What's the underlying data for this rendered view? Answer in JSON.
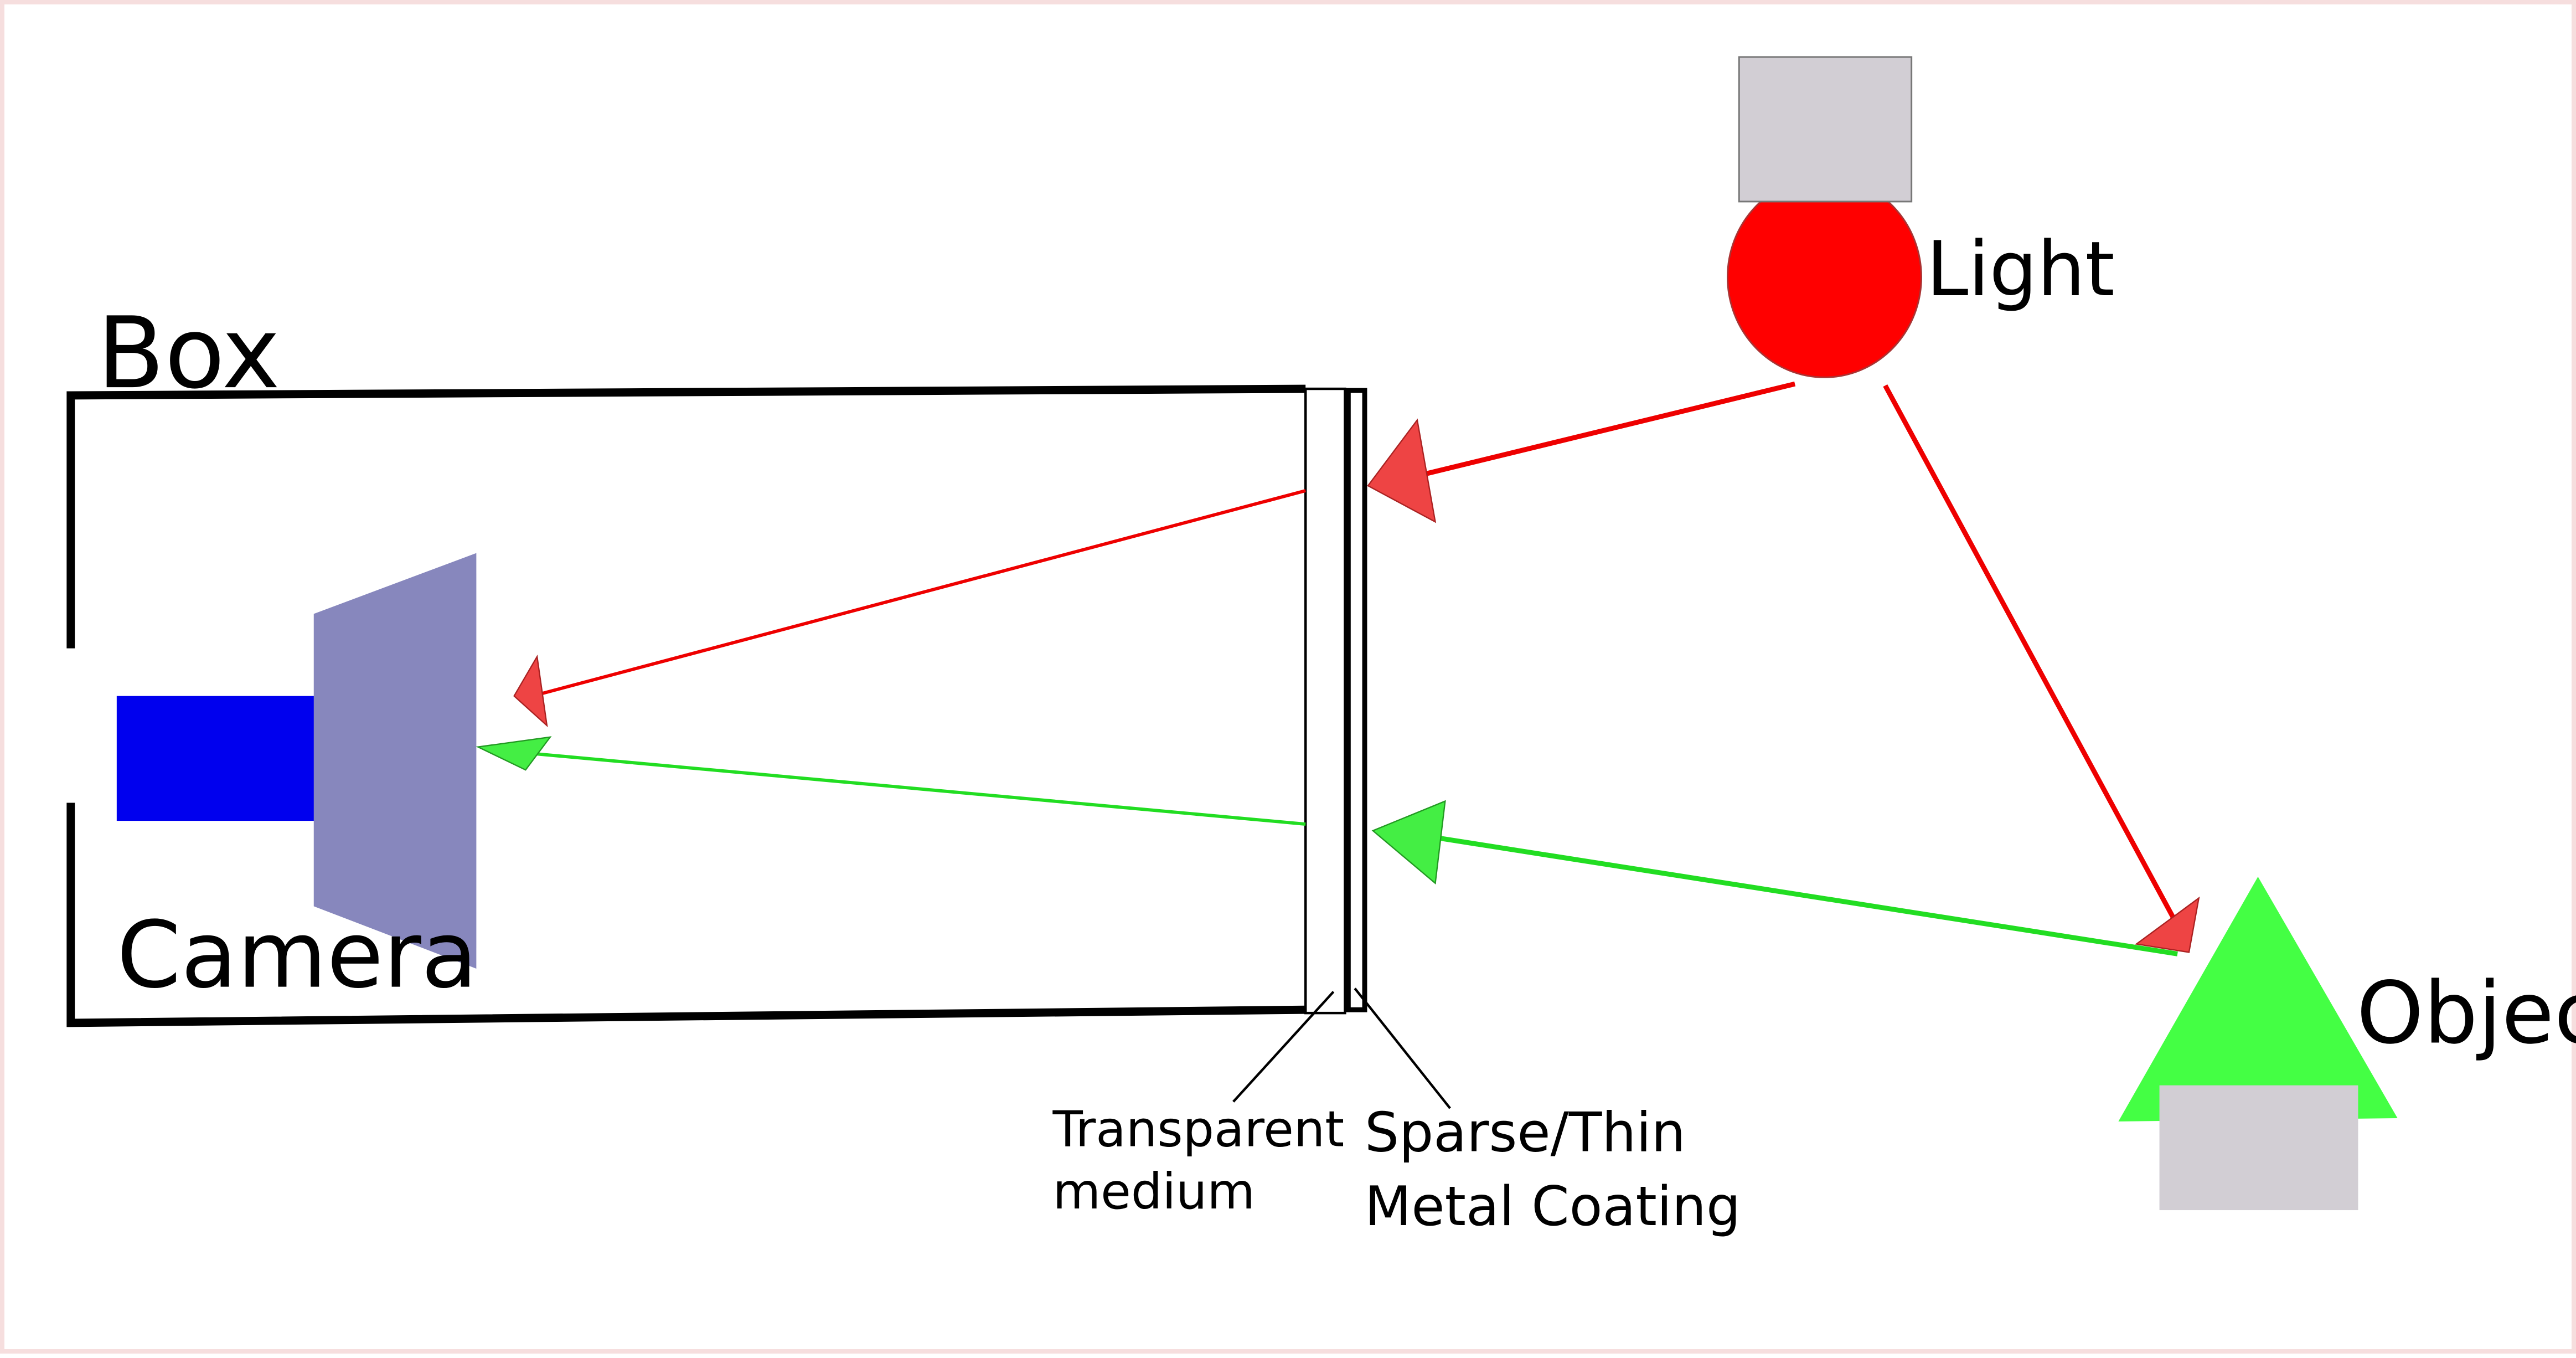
{
  "labels": {
    "box": "Box",
    "camera": "Camera",
    "light": "Light",
    "object": "Object",
    "transparent_line1": "Transparent",
    "transparent_line2": "medium",
    "coating_line1": "Sparse/Thin",
    "coating_line2": "Metal Coating"
  },
  "colors": {
    "frame_border": "#f6dede",
    "box_outline": "#000000",
    "camera_body": "#0000ee",
    "camera_lens": "#8787bd",
    "light_bulb": "#ff0000",
    "light_base": "#d2ced4",
    "object_triangle": "#44ff44",
    "object_base": "#d2ced4",
    "red_ray": "#ee0000",
    "red_arrowhead": "#ee4444",
    "green_ray": "#22dd22",
    "green_arrowhead": "#44ee44"
  }
}
